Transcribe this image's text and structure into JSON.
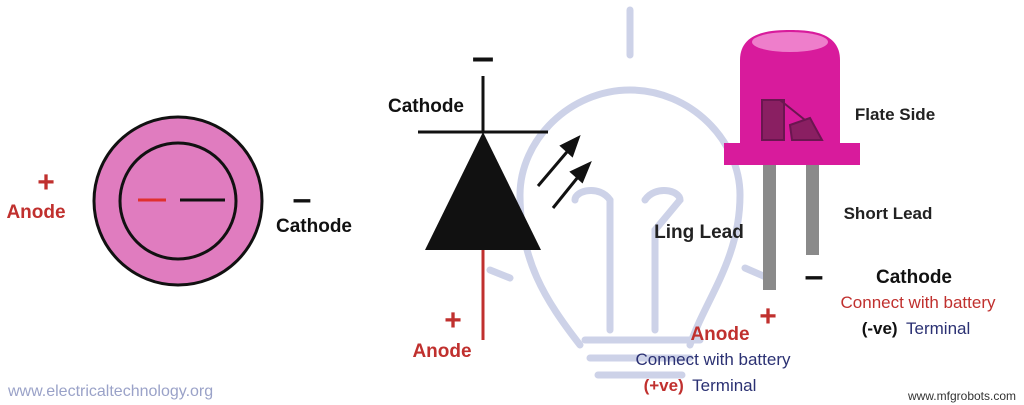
{
  "colors": {
    "red": "#c0302e",
    "pink": "#e07cbf",
    "magenta": "#d81b9c",
    "navy": "#2b3173",
    "gray": "#8a8a8a",
    "watermark": "#9aa2c8",
    "black": "#111111"
  },
  "symbol": {
    "plus_sign": "+",
    "anode_label": "Anode",
    "minus_sign": "–",
    "cathode_label": "Cathode"
  },
  "diode": {
    "minus_sign": "–",
    "cathode_label": "Cathode",
    "plus_sign": "+",
    "anode_label": "Anode"
  },
  "led": {
    "flat_side_label": "Flate Side",
    "short_lead_label": "Short Lead",
    "long_lead_label": "Ling Lead",
    "cathode_minus": "–",
    "cathode_label": "Cathode",
    "cathode_connect_line1": "Connect with battery",
    "cathode_connect_prefix": "(-ve)",
    "cathode_connect_suffix": "Terminal",
    "anode_label": "Anode",
    "anode_plus": "+",
    "anode_connect_line1": "Connect with battery",
    "anode_connect_prefix": "(+ve)",
    "anode_connect_suffix": "Terminal"
  },
  "watermarks": {
    "left": "www.electricaltechnology.org",
    "right": "www.mfgrobots.com"
  }
}
